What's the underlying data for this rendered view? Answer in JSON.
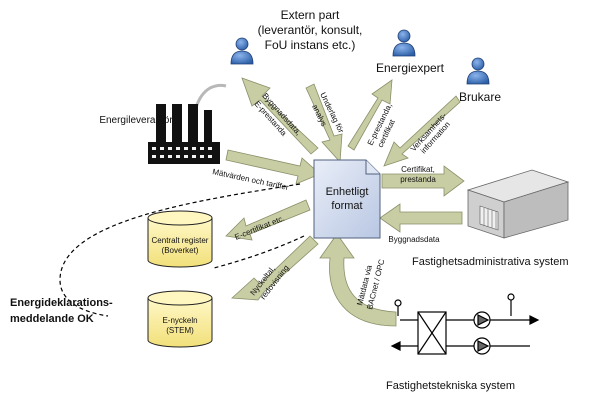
{
  "actors": {
    "extern_part": [
      "Extern part",
      "(leverantör, konsult,",
      "FoU instans etc.)"
    ],
    "energiexpert": "Energiexpert",
    "brukare": "Brukare",
    "energileverantor": "Energileverantör"
  },
  "center": [
    "Enhetligt",
    "format"
  ],
  "databases": {
    "centralt": [
      "Centralt register",
      "(Boverket)"
    ],
    "enyckeln": [
      "E-nyckeln",
      "(STEM)"
    ]
  },
  "systems": {
    "fastighetsadministrativa": "Fastighetsadministrativa system",
    "fastighetstekniska": "Fastighetstekniska system"
  },
  "callout": [
    "Energideklarations-",
    "meddelande OK"
  ],
  "flows": {
    "byggnadsdata_eprestanda": [
      "Byggnadsdata,",
      "E-prestanda"
    ],
    "underlag": [
      "Underlag för",
      "analys"
    ],
    "eprestanda_certifikat": [
      "E-prestanda,",
      "certifikat"
    ],
    "verksamhetsinfo": [
      "Verksamhets-",
      "information"
    ],
    "matvarden": "Mätvärden och tariffer",
    "certifikat_prestanda": [
      "Certifikat,",
      "prestanda"
    ],
    "byggnadsdata": "Byggnadsdata",
    "ecertifikat": "E-certifikat etc.",
    "nyckeltal": [
      "Nyckeltal,",
      "redovisning"
    ],
    "matdata": [
      "Mätdata via",
      "BACnet / OPC"
    ]
  }
}
